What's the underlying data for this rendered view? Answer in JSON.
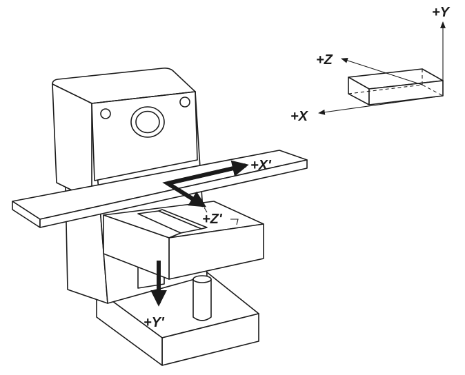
{
  "world_axes": {
    "x_label": "+X",
    "y_label": "+Y",
    "z_label": "+Z"
  },
  "machine_axes": {
    "x_label": "+X'",
    "y_label": "+Y'",
    "z_label": "+Z'"
  },
  "colors": {
    "ink": "#1a1a1a",
    "background": "#ffffff"
  }
}
